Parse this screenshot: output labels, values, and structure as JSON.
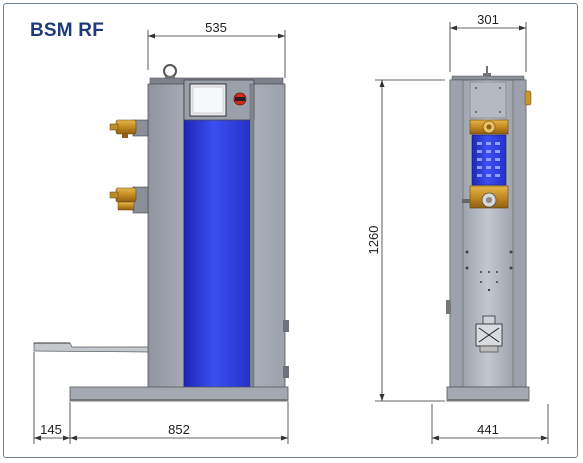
{
  "title": "BSM RF",
  "dimensions": {
    "side_top_width": "535",
    "front_top_width": "301",
    "height": "1260",
    "arm_overhang": "145",
    "base_length": "852",
    "front_base_width": "441"
  },
  "colors": {
    "title": "#1f3a78",
    "frame": "#6f7fa3",
    "machine_body": "#a9aeb8",
    "panel_blue": "#2f3ee0",
    "copper_arm": "#c9962e",
    "dimension_line": "#333333"
  }
}
